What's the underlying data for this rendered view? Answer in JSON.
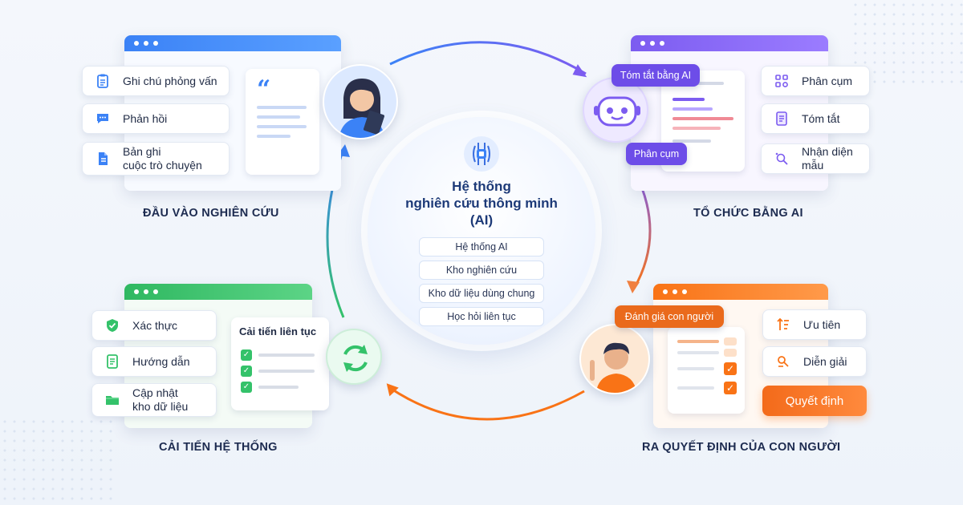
{
  "center": {
    "title_line1": "Hệ thống",
    "title_line2": "nghiên cứu thông minh",
    "title_line3": "(AI)",
    "items": [
      "Hệ thống AI",
      "Kho nghiên cứu",
      "Kho dữ liệu dùng chung",
      "Học hỏi liên tục"
    ],
    "icon": "ai-brain-icon"
  },
  "input": {
    "title": "ĐẦU VÀO NGHIÊN CỨU",
    "accent": "#3b82f6",
    "items": [
      {
        "label": "Ghi chú phỏng vấn",
        "icon": "clipboard-icon"
      },
      {
        "label": "Phản hồi",
        "icon": "chat-bubble-icon"
      },
      {
        "label_line1": "Bản ghi",
        "label_line2": "cuộc trò chuyện",
        "icon": "document-icon"
      }
    ],
    "quote_icon": "quote-icon"
  },
  "organize": {
    "title": "TỔ CHỨC BẰNG AI",
    "accent": "#7c5cf0",
    "tag_top": "Tóm tắt bằng AI",
    "tag_bottom": "Phân cụm",
    "items": [
      {
        "label": "Phân cụm",
        "icon": "cluster-icon"
      },
      {
        "label": "Tóm tắt",
        "icon": "summary-icon"
      },
      {
        "label": "Nhận diện mẫu",
        "icon": "pattern-icon"
      }
    ],
    "bot_icon": "robot-icon"
  },
  "decide": {
    "title": "RA QUYẾT ĐỊNH CỦA CON NGƯỜI",
    "accent": "#f97316",
    "tag": "Đánh giá con người",
    "items": [
      {
        "label": "Ưu tiên",
        "icon": "priority-icon"
      },
      {
        "label": "Diễn giải",
        "icon": "interpret-icon"
      }
    ],
    "action": "Quyết định"
  },
  "improve": {
    "title": "CẢI TIẾN HỆ THỐNG",
    "accent": "#34c26a",
    "items": [
      {
        "label": "Xác thực",
        "icon": "shield-check-icon"
      },
      {
        "label": "Hướng dẫn",
        "icon": "guide-icon"
      },
      {
        "label_line1": "Cập nhật",
        "label_line2": "kho dữ liệu",
        "icon": "folder-icon"
      }
    ],
    "checklist_title": "Cải tiến liên tục",
    "cycle_icon": "refresh-icon"
  }
}
